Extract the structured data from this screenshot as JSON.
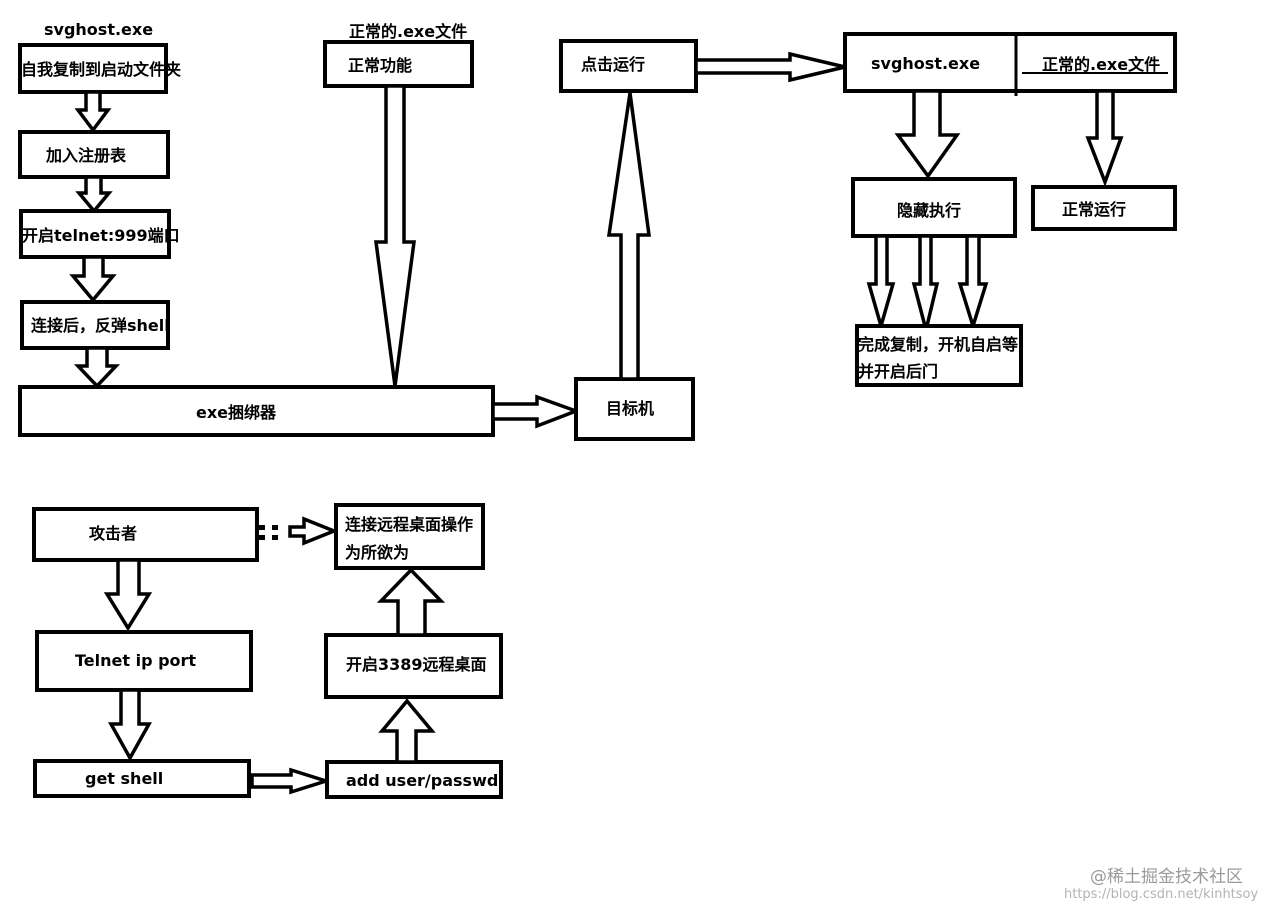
{
  "labels": {
    "svghost_title": "svghost.exe",
    "self_copy": "自我复制到启动文件夹",
    "add_registry": "加入注册表",
    "open_telnet": "开启telnet:999端口",
    "reverse_shell": "连接后，反弹shell",
    "normal_exe_title": "正常的.exe文件",
    "normal_function": "正常功能",
    "binder": "exe捆绑器",
    "target": "目标机",
    "click_run": "点击运行",
    "svghost_run": "svghost.exe",
    "normal_exe_run": "正常的.exe文件",
    "hidden_exec": "隐藏执行",
    "normal_run": "正常运行",
    "done_line1": "完成复制，开机自启等",
    "done_line2": "并开启后门",
    "attacker": "攻击者",
    "remote_line1": "连接远程桌面操作",
    "remote_line2": "为所欲为",
    "telnet_cmd": "Telnet ip port",
    "open_3389": "开启3389远程桌面",
    "get_shell": "get shell",
    "add_user": "add user/passwd"
  },
  "watermark": {
    "brand": "@稀土掘金技术社区",
    "url": "https://blog.csdn.net/kinhtsoy"
  }
}
